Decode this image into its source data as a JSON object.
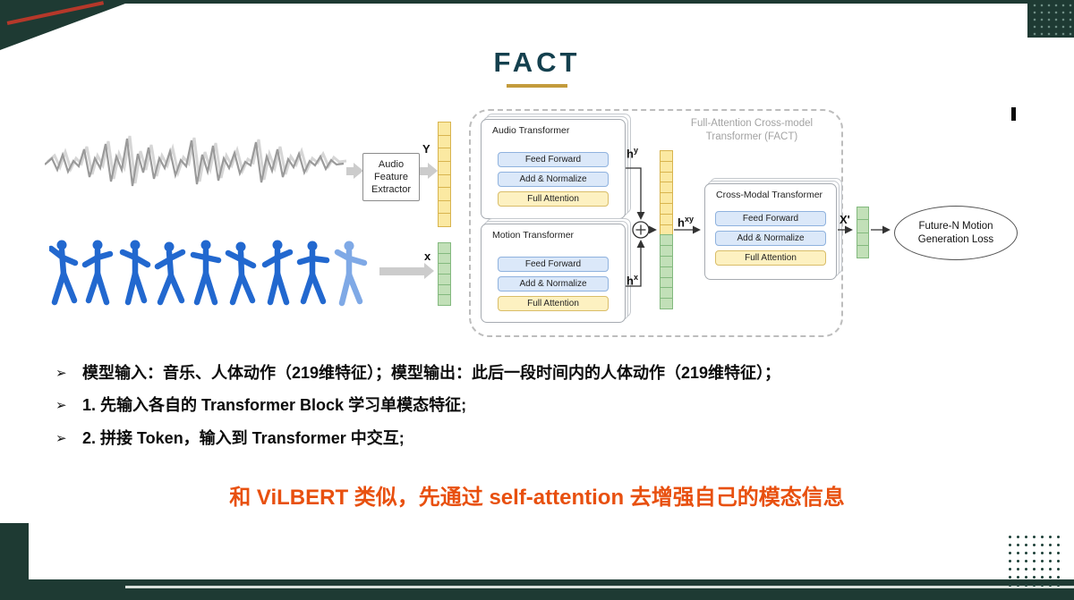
{
  "slide": {
    "title": "FACT"
  },
  "colors": {
    "frame_green": "#1E3A33",
    "accent_gold": "#C39B3C",
    "accent_red": "#B5382A",
    "highlight_orange": "#E8500F",
    "token_yellow": "#FBE9A2",
    "token_green": "#C2E0B8",
    "layer_blue": "#DBE8F9",
    "layer_yellow": "#FDF1C1"
  },
  "diagram": {
    "audio_extractor_label": "Audio\nFeature\nExtractor",
    "fact_container_label": "Full-Attention Cross-model\nTransformer (FACT)",
    "blocks": {
      "audio": {
        "title": "Audio Transformer",
        "layers": [
          "Feed Forward",
          "Add & Normalize",
          "Full Attention"
        ]
      },
      "motion": {
        "title": "Motion Transformer",
        "layers": [
          "Feed Forward",
          "Add & Normalize",
          "Full Attention"
        ]
      },
      "cross": {
        "title": "Cross-Modal Transformer",
        "layers": [
          "Feed Forward",
          "Add & Normalize",
          "Full Attention"
        ]
      }
    },
    "labels": {
      "y": "Y",
      "x": "x",
      "h": "h",
      "sup_y": "y",
      "sup_x": "x",
      "sup_xy": "xy",
      "x_prime": "X'"
    },
    "loss_label": "Future-N Motion\nGeneration Loss"
  },
  "bullets": {
    "marker": "➢",
    "items": [
      "模型输入：音乐、人体动作（219维特征）；模型输出：此后一段时间内的人体动作（219维特征）；",
      "1. 先输入各自的 Transformer Block 学习单模态特征;",
      "2. 拼接 Token，输入到 Transformer 中交互;"
    ]
  },
  "highlight": {
    "text": "和 ViLBERT 类似，先通过 self-attention 去增强自己的模态信息"
  }
}
